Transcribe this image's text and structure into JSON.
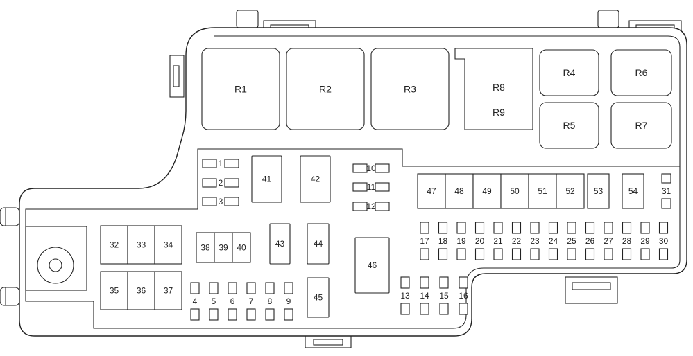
{
  "relays": [
    {
      "id": "R1",
      "label": "R1"
    },
    {
      "id": "R2",
      "label": "R2"
    },
    {
      "id": "R3",
      "label": "R3"
    },
    {
      "id": "R8R9",
      "label": "R8",
      "label2": "R9"
    },
    {
      "id": "R4",
      "label": "R4"
    },
    {
      "id": "R6",
      "label": "R6"
    },
    {
      "id": "R5",
      "label": "R5"
    },
    {
      "id": "R7",
      "label": "R7"
    }
  ],
  "fuses": {
    "blade_small": [
      "1",
      "2",
      "3",
      "10",
      "11",
      "12"
    ],
    "maxi": [
      "41",
      "42",
      "43",
      "44",
      "45",
      "46"
    ],
    "jcase_left": [
      "32",
      "33",
      "34",
      "35",
      "36",
      "37"
    ],
    "mini_row": [
      "38",
      "39",
      "40"
    ],
    "bottom_small": [
      "4",
      "5",
      "6",
      "7",
      "8",
      "9"
    ],
    "middle_small": [
      "13",
      "14",
      "15",
      "16"
    ],
    "right_block": [
      "47",
      "48",
      "49",
      "50",
      "51",
      "52",
      "53",
      "54",
      "31"
    ],
    "right_small": [
      "17",
      "18",
      "19",
      "20",
      "21",
      "22",
      "23",
      "24",
      "25",
      "26",
      "27",
      "28",
      "29",
      "30"
    ]
  }
}
